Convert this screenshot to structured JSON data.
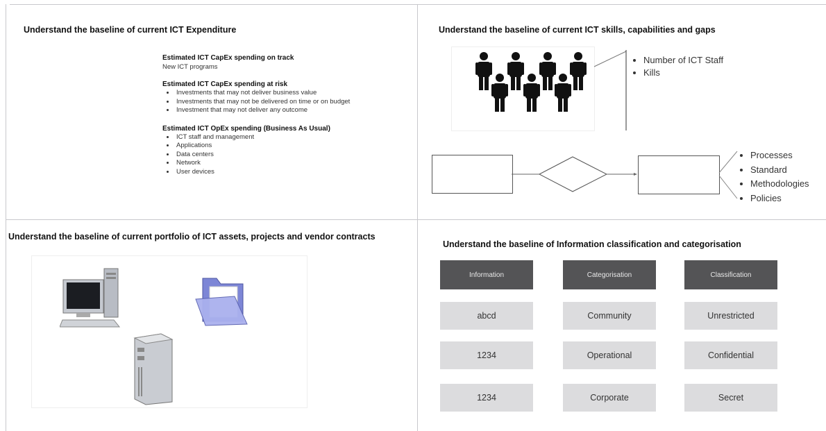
{
  "q1": {
    "title": "Understand the baseline of current ICT Expenditure",
    "sections": [
      {
        "heading": "Estimated ICT CapEx spending on track",
        "text": "New ICT programs",
        "bullets": []
      },
      {
        "heading": "Estimated ICT CapEx spending at risk",
        "text": "",
        "bullets": [
          "Investments that may not deliver business value",
          "Investments that may not be delivered on time or on budget",
          "Investment that may not deliver any outcome"
        ]
      },
      {
        "heading": "Estimated ICT OpEx spending (Business As Usual)",
        "text": "",
        "bullets": [
          "ICT staff and management",
          "Applications",
          "Data centers",
          "Network",
          "User devices"
        ]
      }
    ]
  },
  "q2": {
    "title": "Understand the baseline of current ICT skills, capabilities and gaps",
    "people_icon": "people-group-icon",
    "staff_bullets": [
      "Number of ICT Staff",
      "Kills"
    ],
    "flow_bullets": [
      "Processes",
      "Standard",
      "Methodologies",
      "Policies"
    ]
  },
  "q3": {
    "title": "Understand the baseline of current portfolio of ICT assets, projects and vendor contracts",
    "icons": [
      "desktop-computer-icon",
      "open-folder-icon",
      "server-tower-icon"
    ]
  },
  "q4": {
    "title": "Understand the baseline of Information classification and categorisation",
    "headers": [
      "Information",
      "Categorisation",
      "Classification"
    ],
    "rows": [
      [
        "abcd",
        "Community",
        "Unrestricted"
      ],
      [
        "1234",
        "Operational",
        "Confidential"
      ],
      [
        "1234",
        "Corporate",
        "Secret"
      ]
    ]
  },
  "colors": {
    "table_header": "#545456",
    "table_cell": "#dcdcde",
    "divider": "#c8c8cc"
  }
}
